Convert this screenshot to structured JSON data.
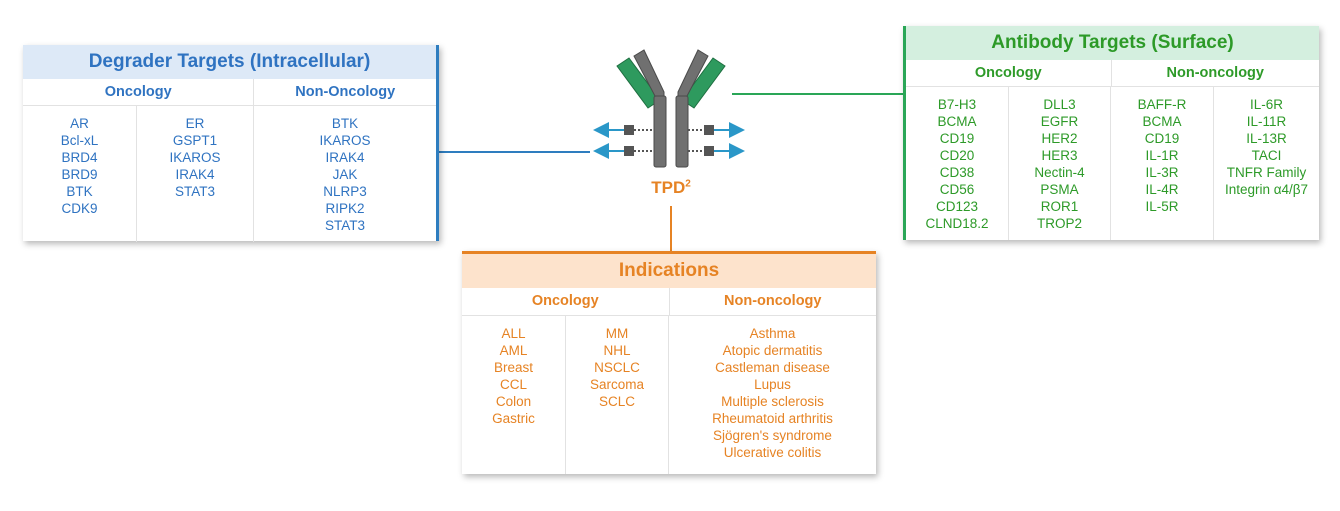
{
  "center": {
    "label": "TPD",
    "label_superscript": "2"
  },
  "degrader": {
    "title": "Degrader Targets (Intracellular)",
    "oncology_header": "Oncology",
    "nononcology_header": "Non-Oncology",
    "oncology_col1": [
      "AR",
      "Bcl-xL",
      "BRD4",
      "BRD9",
      "BTK",
      "CDK9"
    ],
    "oncology_col2": [
      "ER",
      "GSPT1",
      "IKAROS",
      "IRAK4",
      "STAT3"
    ],
    "nononcology": [
      "BTK",
      "IKAROS",
      "IRAK4",
      "JAK",
      "NLRP3",
      "RIPK2",
      "STAT3"
    ]
  },
  "antibody": {
    "title": "Antibody Targets (Surface)",
    "oncology_header": "Oncology",
    "nononcology_header": "Non-oncology",
    "oncology_col1": [
      "B7-H3",
      "BCMA",
      "CD19",
      "CD20",
      "CD38",
      "CD56",
      "CD123",
      "CLND18.2"
    ],
    "oncology_col2": [
      "DLL3",
      "EGFR",
      "HER2",
      "HER3",
      "Nectin-4",
      "PSMA",
      "ROR1",
      "TROP2"
    ],
    "nononcology_col1": [
      "BAFF-R",
      "BCMA",
      "CD19",
      "IL-1R",
      "IL-3R",
      "IL-4R",
      "IL-5R"
    ],
    "nononcology_col2": [
      "IL-6R",
      "IL-11R",
      "IL-13R",
      "TACI",
      "TNFR Family",
      "Integrin α4/β7"
    ]
  },
  "indications": {
    "title": "Indications",
    "oncology_header": "Oncology",
    "nononcology_header": "Non-oncology",
    "oncology_col1": [
      "ALL",
      "AML",
      "Breast",
      "CCL",
      "Colon",
      "Gastric"
    ],
    "oncology_col2": [
      "MM",
      "NHL",
      "NSCLC",
      "Sarcoma",
      "SCLC"
    ],
    "nononcology": [
      "Asthma",
      "Atopic dermatitis",
      "Castleman disease",
      "Lupus",
      "Multiple sclerosis",
      "Rheumatoid arthritis",
      "Sjögren's syndrome",
      "Ulcerative colitis"
    ]
  },
  "colors": {
    "blue": "#2f73c1",
    "green": "#2d9a28",
    "orange": "#e68324",
    "antibody_green": "#2e9a5e",
    "antibody_gray": "#707070",
    "arrow_blue": "#2a97c8"
  }
}
